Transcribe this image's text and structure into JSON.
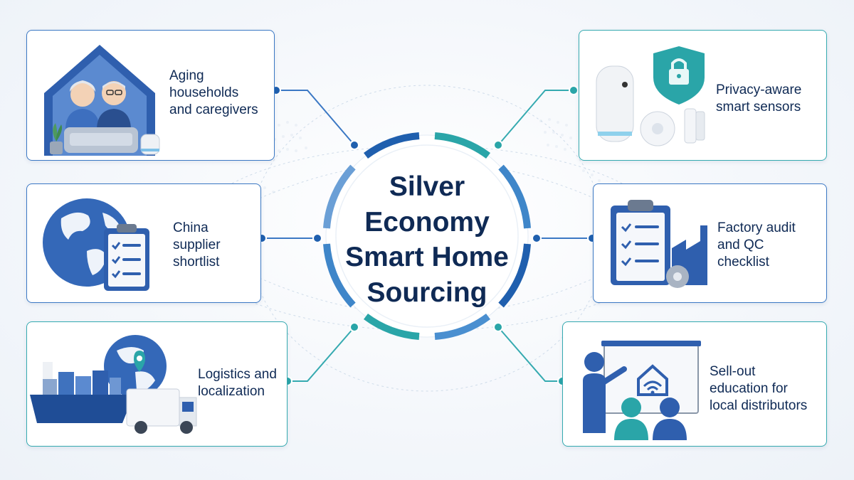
{
  "hub": {
    "title": "Silver\nEconomy\nSmart Home\nSourcing"
  },
  "cards": [
    {
      "id": "aging-households",
      "label": "Aging\nhouseholds\nand caregivers",
      "icon": "elderly-couple-home-icon"
    },
    {
      "id": "privacy-sensors",
      "label": "Privacy-aware\nsmart sensors",
      "icon": "smart-sensor-shield-icon"
    },
    {
      "id": "supplier-shortlist",
      "label": "China\nsupplier\nshortlist",
      "icon": "globe-checklist-icon"
    },
    {
      "id": "factory-audit",
      "label": "Factory audit\nand QC\nchecklist",
      "icon": "clipboard-factory-icon"
    },
    {
      "id": "logistics",
      "label": "Logistics and\nlocalization",
      "icon": "ship-truck-globe-icon"
    },
    {
      "id": "sellout-education",
      "label": "Sell-out\neducation for\nlocal distributors",
      "icon": "presentation-training-icon"
    }
  ],
  "colors": {
    "navy": "#0f2a55",
    "blue": "#3b78c4",
    "teal": "#35aab0"
  }
}
